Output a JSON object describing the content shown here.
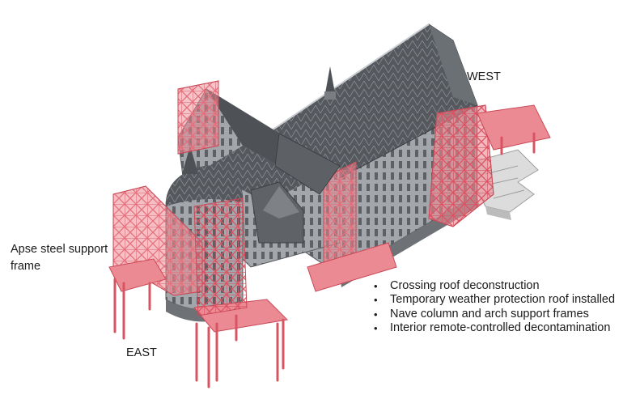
{
  "labels": {
    "west": "WEST",
    "east": "EAST",
    "apse": "Apse steel support frame"
  },
  "bullets": [
    "Crossing roof deconstruction",
    "Temporary weather protection roof installed",
    "Nave column and arch support frames",
    "Interior remote-controlled decontamination"
  ],
  "colors": {
    "roof": "#4e5257",
    "roof_light": "#6b7075",
    "stone": "#9a9da1",
    "stone_dark": "#6e7175",
    "foundation": "#d7d7d7",
    "steel": "#e8838c",
    "steel_dark": "#c94a58"
  }
}
